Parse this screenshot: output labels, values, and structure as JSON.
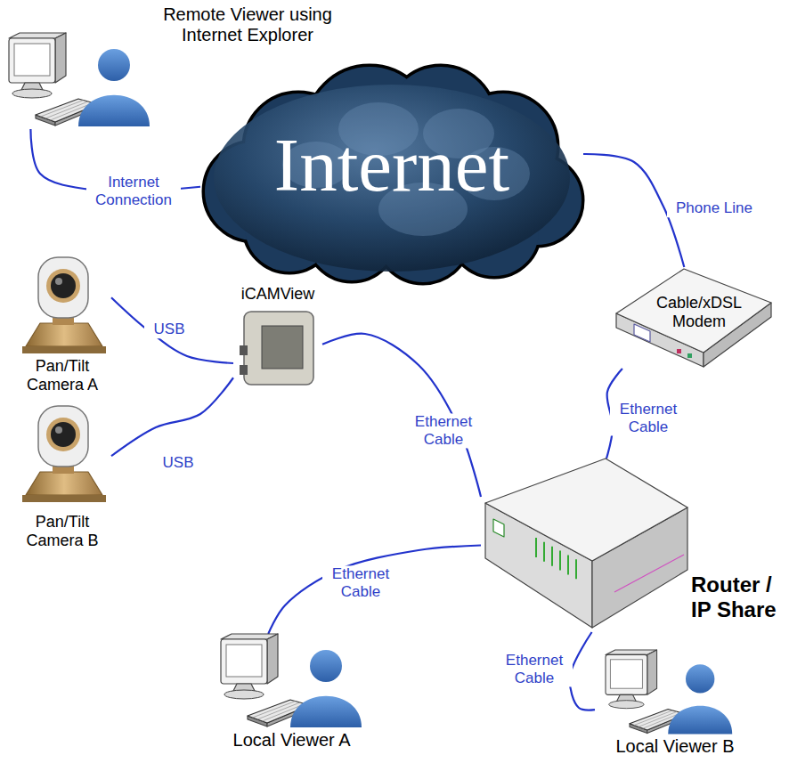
{
  "diagram": {
    "nodes": [
      {
        "text": [
          "Remote Viewer using Internet Explorer"
        ]
      },
      {
        "text": [
          "Internet"
        ]
      },
      {
        "text": [
          "Cable/xDSL Modem"
        ]
      },
      {
        "text": [
          "iCAMView"
        ]
      },
      {
        "text": [
          "Pan/Tilt Camera A"
        ]
      },
      {
        "text": [
          "Pan/Tilt Camera B"
        ]
      },
      {
        "text": [
          "Router / IP Share"
        ]
      },
      {
        "text": [
          "Local Viewer A"
        ]
      },
      {
        "text": [
          "Local Viewer B"
        ]
      }
    ],
    "edges": [
      {
        "from": 0,
        "to": 1,
        "arrow": "none",
        "label": "Internet Connection"
      },
      {
        "from": 1,
        "to": 2,
        "arrow": "none",
        "label": "Phone Line"
      },
      {
        "from": 2,
        "to": 6,
        "arrow": "none",
        "label": "Ethernet Cable"
      },
      {
        "from": 4,
        "to": 3,
        "arrow": "none",
        "label": "USB"
      },
      {
        "from": 5,
        "to": 3,
        "arrow": "none",
        "label": "USB"
      },
      {
        "from": 3,
        "to": 6,
        "arrow": "none",
        "label": "Ethernet Cable"
      },
      {
        "from": 6,
        "to": 7,
        "arrow": "none",
        "label": "Ethernet Cable"
      },
      {
        "from": 6,
        "to": 8,
        "arrow": "none",
        "label": "Ethernet Cable"
      }
    ]
  }
}
